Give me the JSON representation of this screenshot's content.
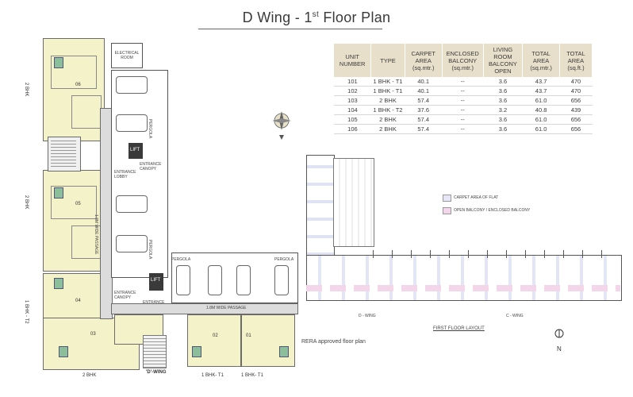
{
  "header": {
    "title_main": "D Wing - 1",
    "title_sup": "st",
    "title_end": " Floor Plan"
  },
  "table": {
    "headers": [
      "UNIT NUMBER",
      "TYPE",
      "CARPET AREA (sq.mtr.)",
      "ENCLOSED BALCONY (sq.mtr.)",
      "LIVING ROOM BALCONY OPEN",
      "TOTAL AREA (sq.mtr.)",
      "TOTAL AREA (sq.ft.)"
    ],
    "rows": [
      [
        "101",
        "1 BHK - T1",
        "40.1",
        "--",
        "3.6",
        "43.7",
        "470"
      ],
      [
        "102",
        "1 BHK - T1",
        "40.1",
        "--",
        "3.6",
        "43.7",
        "470"
      ],
      [
        "103",
        "2 BHK",
        "57.4",
        "--",
        "3.6",
        "61.0",
        "656"
      ],
      [
        "104",
        "1 BHK - T2",
        "37.6",
        "--",
        "3.2",
        "40.8",
        "439"
      ],
      [
        "105",
        "2 BHK",
        "57.4",
        "--",
        "3.6",
        "61.0",
        "656"
      ],
      [
        "106",
        "2 BHK",
        "57.4",
        "--",
        "3.6",
        "61.0",
        "656"
      ]
    ]
  },
  "plan": {
    "electrical_room": "ELECTRICAL ROOM",
    "lift": "LIFT",
    "entrance_canopy": "ENTRANCE CANOPY",
    "entrance_lobby": "ENTRANCE LOBBY",
    "passage_vertical": "1.8M WIDE PASSAGE",
    "passage_horizontal": "1.8M WIDE PASSAGE",
    "pergola": "PERGOLA",
    "wing_label": "'D'-WING",
    "unit_numbers": [
      "06",
      "05",
      "04",
      "03",
      "02",
      "01"
    ],
    "side_labels": [
      "2 BHK",
      "2 BHK",
      "1 BHK - T2"
    ],
    "bottom_labels": [
      "2 BHK",
      "1 BHK- T1",
      "1 BHK- T1"
    ]
  },
  "key_plan": {
    "legend": [
      "CARPET AREA OF FLAT",
      "OPEN BALCONY / ENCLOSED BALCONY"
    ],
    "d_wing": "D - WING",
    "c_wing": "C - WING",
    "first_floor_layout": "FIRST FLOOR LAYOUT",
    "rera_note": "RERA approved floor plan",
    "north": "N"
  },
  "colors": {
    "unit_fill": "#f4f2c9",
    "table_header": "#e8dfca",
    "legend_carpet": "#e6e6f6",
    "legend_balcony": "#f4d6ea"
  }
}
